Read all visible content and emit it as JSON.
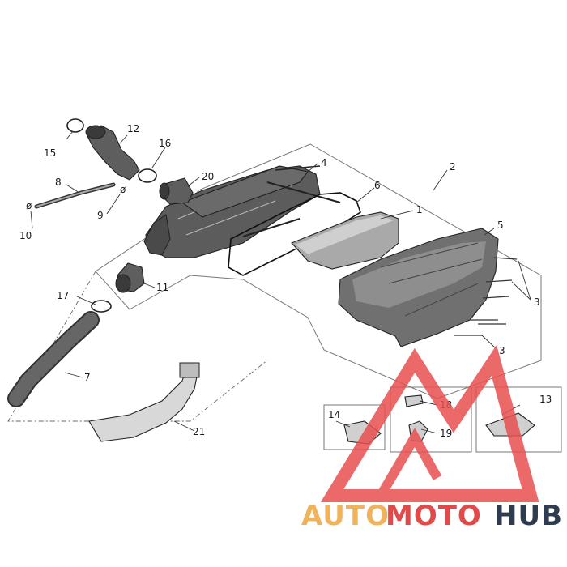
{
  "callouts": {
    "c1": "1",
    "c2": "2",
    "c3a": "3",
    "c3b": "3",
    "c4": "4",
    "c5": "5",
    "c6": "6",
    "c7": "7",
    "c8": "8",
    "c9": "9",
    "c10": "10",
    "c11": "11",
    "c12": "12",
    "c13": "13",
    "c14": "14",
    "c15": "15",
    "c16": "16",
    "c17": "17",
    "c18": "18",
    "c19": "19",
    "c20": "20",
    "c21": "21"
  },
  "watermark": {
    "part_auto": "AUTO",
    "part_moto": "MOTO",
    "part_hub": "HUB",
    "colors": {
      "auto": "#f0b25a",
      "moto": "#e24a4a",
      "hub": "#2f3b4f",
      "logo": "#e8504f"
    }
  },
  "colors": {
    "part_fill": "#5c5c5c",
    "part_light": "#9a9a9a",
    "line": "#333333"
  }
}
